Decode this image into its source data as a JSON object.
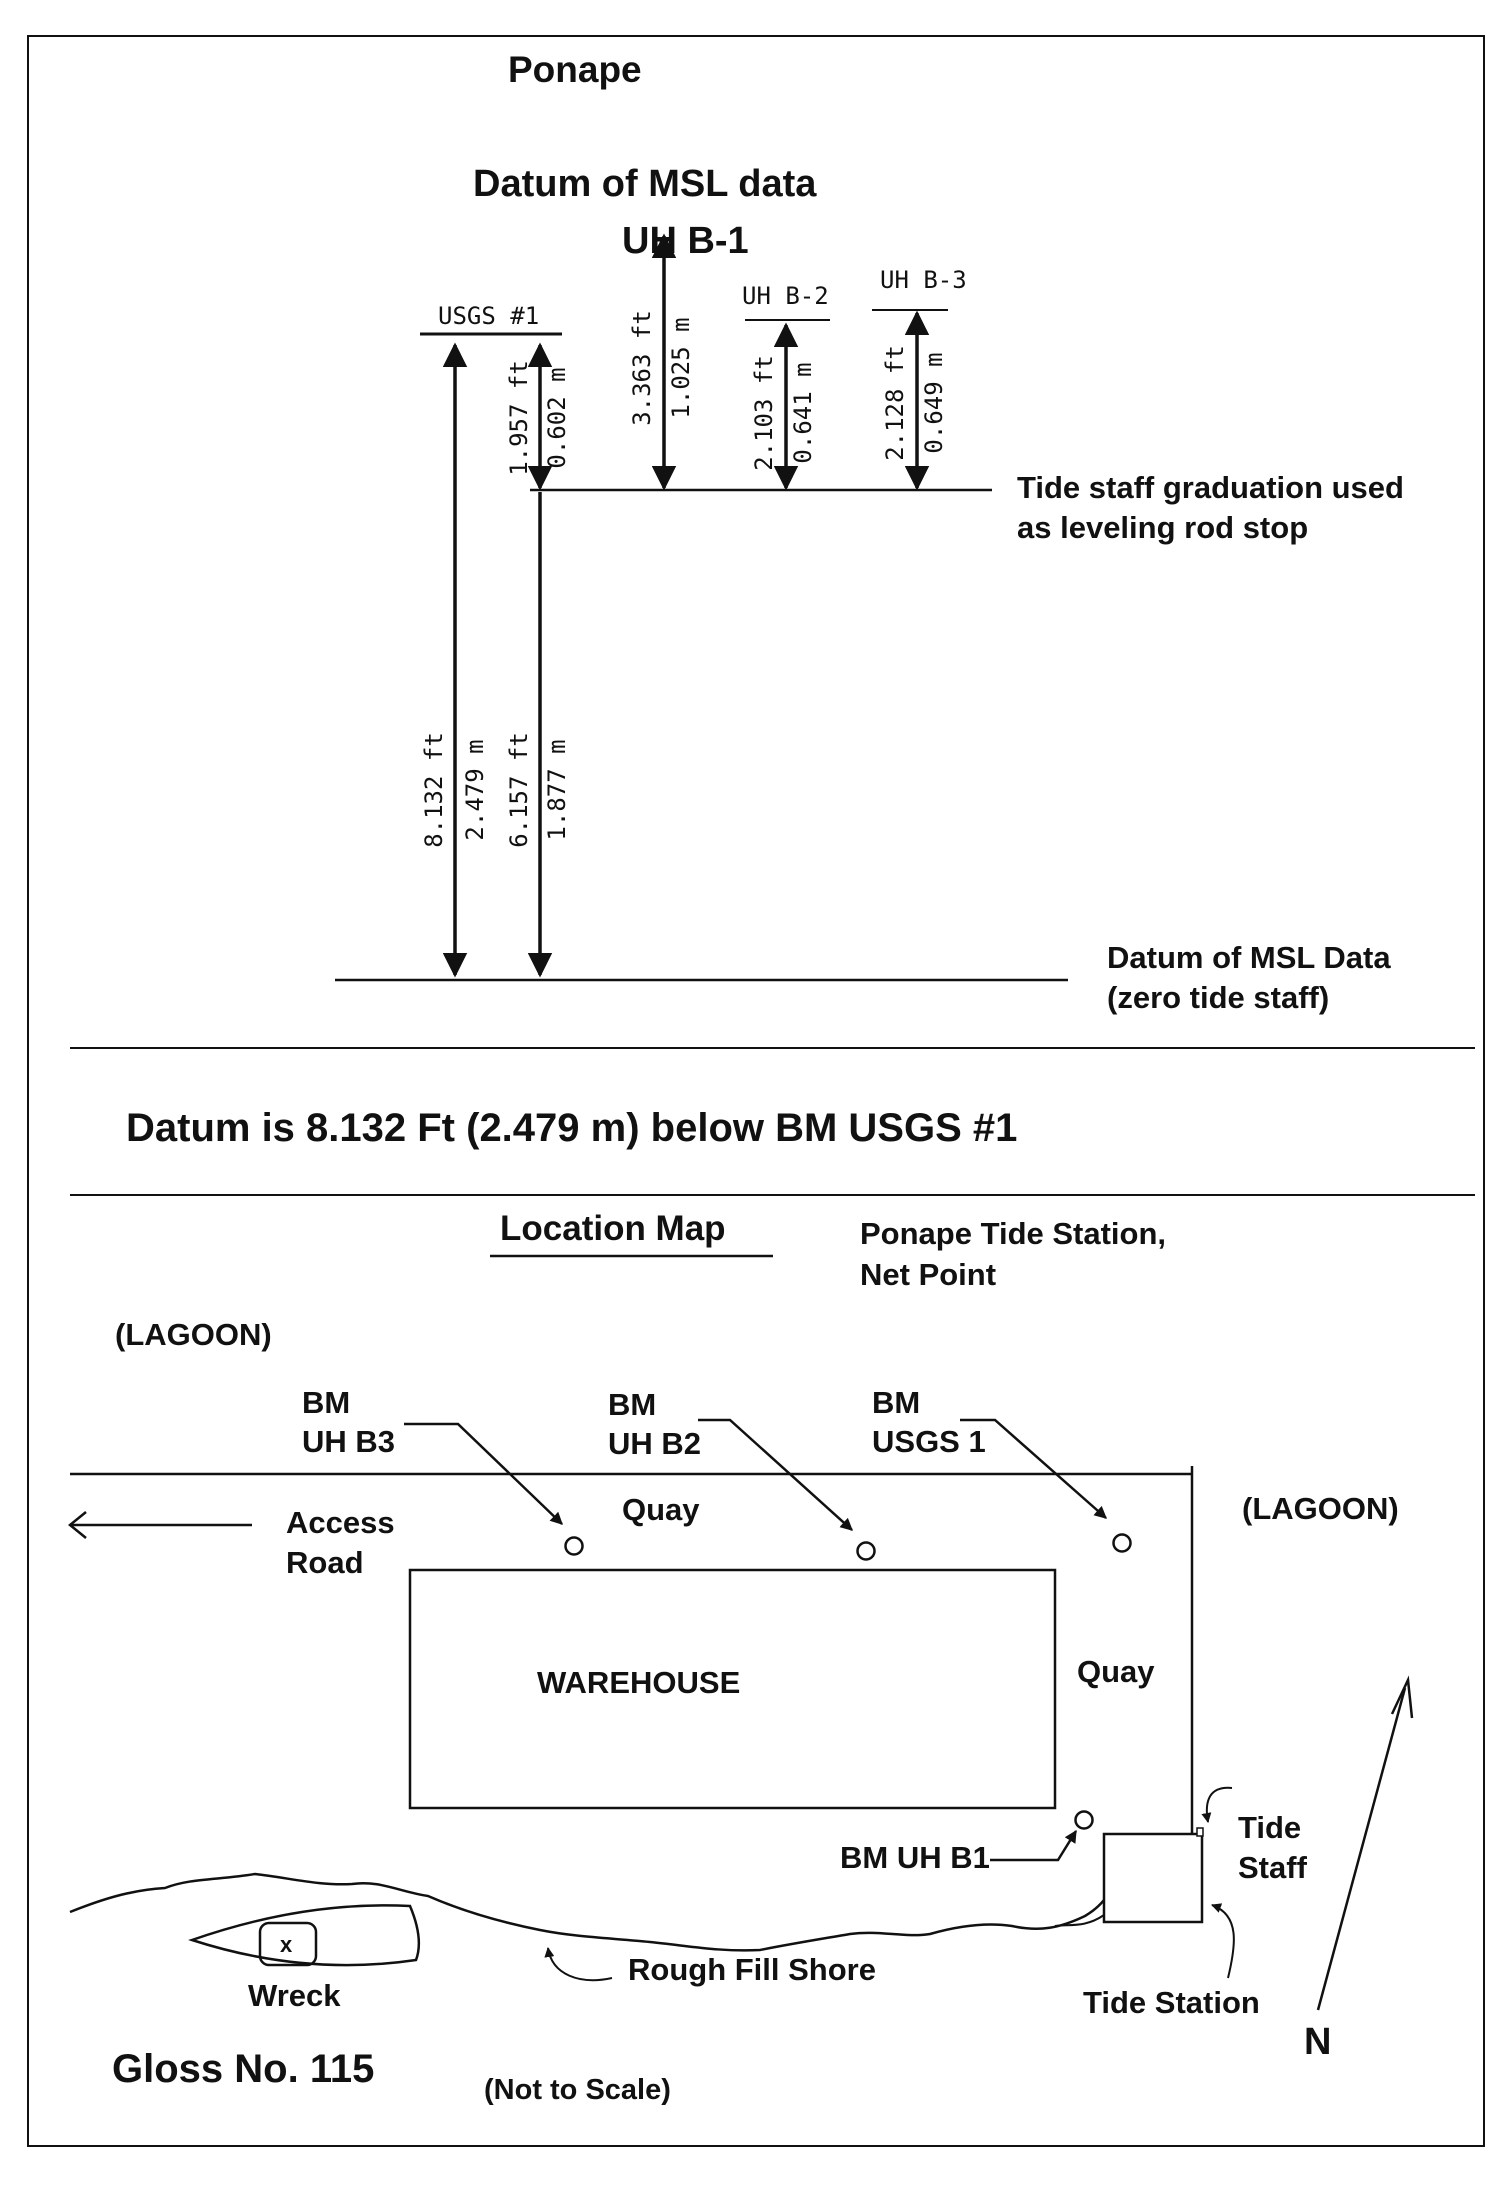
{
  "title": "Ponape",
  "datum_heading": "Datum of MSL data",
  "benchmarks": {
    "usgs1": {
      "label": "USGS #1",
      "total_ft": "8.132 ft",
      "total_m": "2.479 m",
      "stop_ft": "1.957 ft",
      "stop_m": "0.602 m",
      "stop_to_datum_ft": "6.157 ft",
      "stop_to_datum_m": "1.877 m"
    },
    "uhb1": {
      "label": "UH B-1",
      "ft": "3.363 ft",
      "m": "1.025 m"
    },
    "uhb2": {
      "label": "UH B-2",
      "ft": "2.103 ft",
      "m": "0.641 m"
    },
    "uhb3": {
      "label": "UH B-3",
      "ft": "2.128 ft",
      "m": "0.649 m"
    }
  },
  "tide_staff_note": [
    "Tide staff graduation used",
    "as leveling rod stop"
  ],
  "datum_note": [
    "Datum of MSL Data",
    "(zero tide staff)"
  ],
  "datum_statement": "Datum is 8.132 Ft (2.479 m) below BM USGS #1",
  "map": {
    "title": "Location Map",
    "station": [
      "Ponape Tide Station,",
      "Net Point"
    ],
    "lagoon_left": "(LAGOON)",
    "lagoon_right": "(LAGOON)",
    "bm_uh_b3": [
      "BM",
      "UH B3"
    ],
    "bm_uh_b2": [
      "BM",
      "UH B2"
    ],
    "bm_usgs1": [
      "BM",
      "USGS 1"
    ],
    "access_road": [
      "Access",
      "Road"
    ],
    "quay_top": "Quay",
    "quay_right": "Quay",
    "warehouse": "WAREHOUSE",
    "bm_uh_b1": "BM UH B1",
    "tide_staff": [
      "Tide",
      "Staff"
    ],
    "rough_fill": "Rough Fill Shore",
    "tide_station": "Tide Station",
    "wreck": "Wreck",
    "wreck_mark": "x",
    "north": "N"
  },
  "gloss": "Gloss No. 115",
  "scale_note": "(Not to Scale)"
}
